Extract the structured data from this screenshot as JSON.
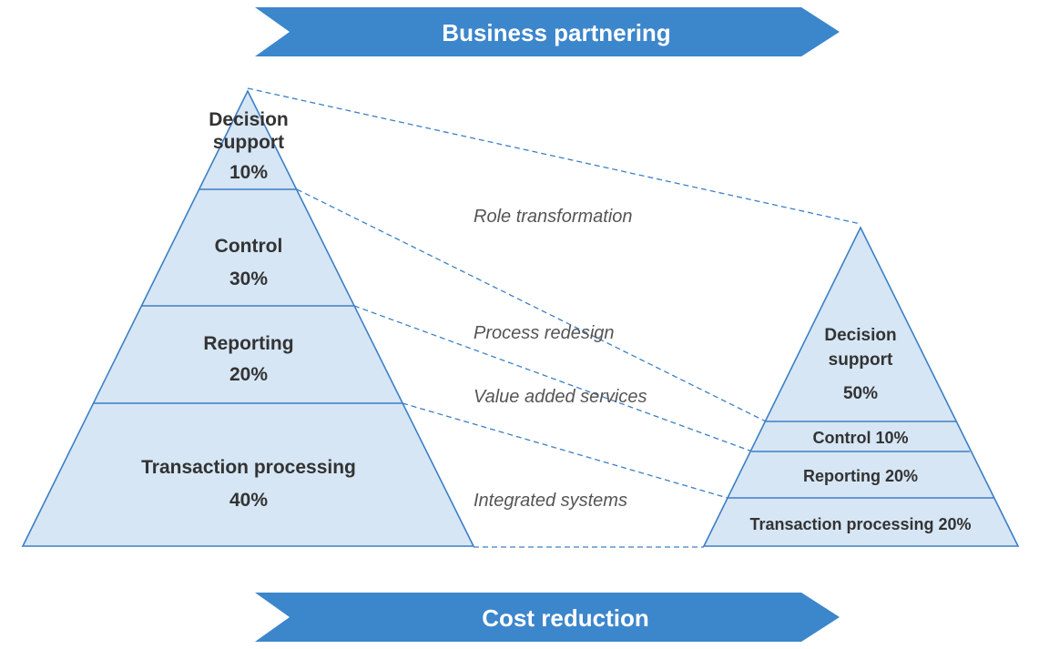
{
  "colors": {
    "arrow_fill": "#3c86cc",
    "arrow_text": "#ffffff",
    "pyramid_fill": "#d6e6f5",
    "pyramid_stroke": "#3d7fc4",
    "connector": "#3d7fc4",
    "label_text": "#333333",
    "note_text": "#555555"
  },
  "top_arrow": {
    "label": "Business partnering"
  },
  "bottom_arrow": {
    "label": "Cost reduction"
  },
  "left_pyramid": {
    "decision": {
      "line1": "Decision",
      "line2": "support",
      "pct": "10%"
    },
    "control": {
      "name": "Control",
      "pct": "30%"
    },
    "reporting": {
      "name": "Reporting",
      "pct": "20%"
    },
    "transaction": {
      "name": "Transaction processing",
      "pct": "40%"
    }
  },
  "right_pyramid": {
    "decision": {
      "line1": "Decision",
      "line2": "support",
      "pct": "50%"
    },
    "control": {
      "label": "Control 10%"
    },
    "reporting": {
      "label": "Reporting 20%"
    },
    "transaction": {
      "label": "Transaction processing 20%"
    }
  },
  "connector_labels": {
    "role": "Role transformation",
    "process": "Process redesign",
    "value": "Value added services",
    "integrated": "Integrated systems"
  }
}
